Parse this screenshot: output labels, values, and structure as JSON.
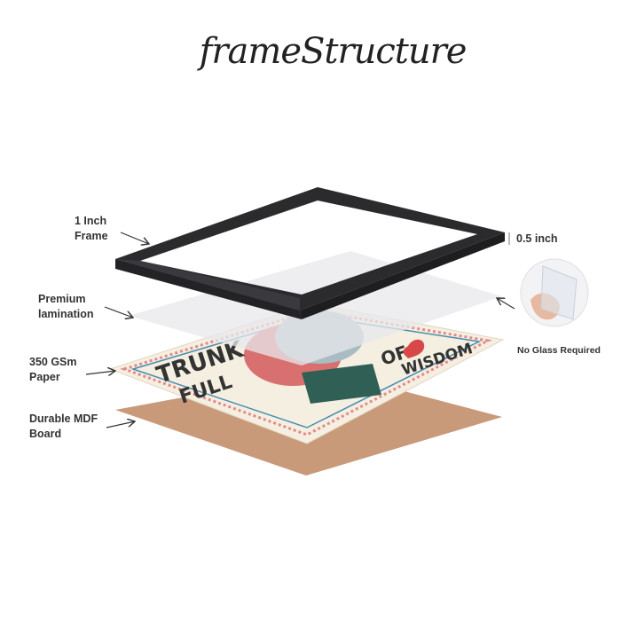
{
  "title": "frameStructure",
  "labels": {
    "frame": "1 Inch\nFrame",
    "lamination": "Premium\nlamination",
    "paper": "350 GSm\nPaper",
    "board": "Durable MDF\nBoard",
    "thickness": "0.5 inch",
    "no_glass": "No Glass Required"
  },
  "artwork_text": {
    "line1": "TRUNK",
    "line2": "FULL",
    "line3": "OF",
    "line4": "WISDOM"
  },
  "colors": {
    "frame": "#2b2b2e",
    "board": "#c99a7a",
    "paper": "#f4efe1",
    "lamination": "#ececef"
  }
}
